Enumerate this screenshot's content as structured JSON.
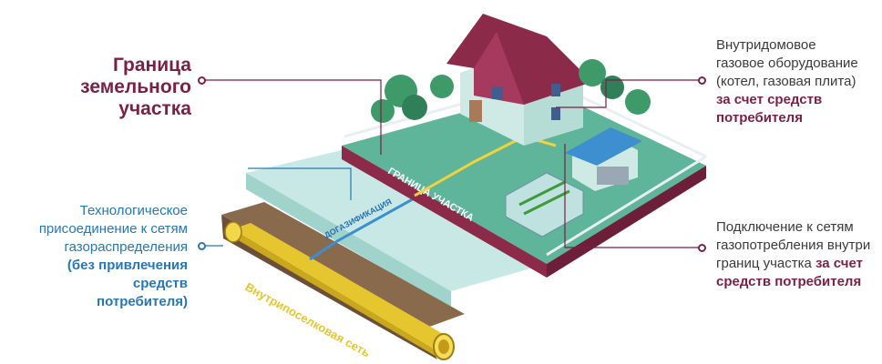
{
  "callouts": {
    "land_border_title": [
      "Граница",
      "земельного участка"
    ],
    "tech_connection": {
      "lines": [
        "Технологическое",
        "присоединение к сетям",
        "газораспределения"
      ],
      "bold": [
        "(без привлечения средств",
        "потребителя)"
      ]
    },
    "indoor_equipment": {
      "lines": [
        "Внутридомовое",
        "газовое оборудование",
        "(котел, газовая плита)"
      ],
      "bold": [
        "за счет средств",
        "потребителя"
      ]
    },
    "consumption_connection": {
      "lines": [
        "Подключение к сетям",
        "газопотребления внутри",
        "границ участка"
      ],
      "bold_inline": "за счет",
      "bold": [
        "средств потребителя"
      ]
    }
  },
  "scene_labels": {
    "plot_border": "ГРАНИЦА УЧАСТКА",
    "gasification": "ДОГАЗИФИКАЦИЯ",
    "settlement_network": "Внутрипоселковая сеть"
  },
  "colors": {
    "accent_burgundy": "#7a1f45",
    "accent_blue": "#2577b5",
    "lawn": "#5eb59a",
    "pipe_yellow": "#f2d23a",
    "roof": "#8c2a4a",
    "wall": "#cfe9e4"
  }
}
